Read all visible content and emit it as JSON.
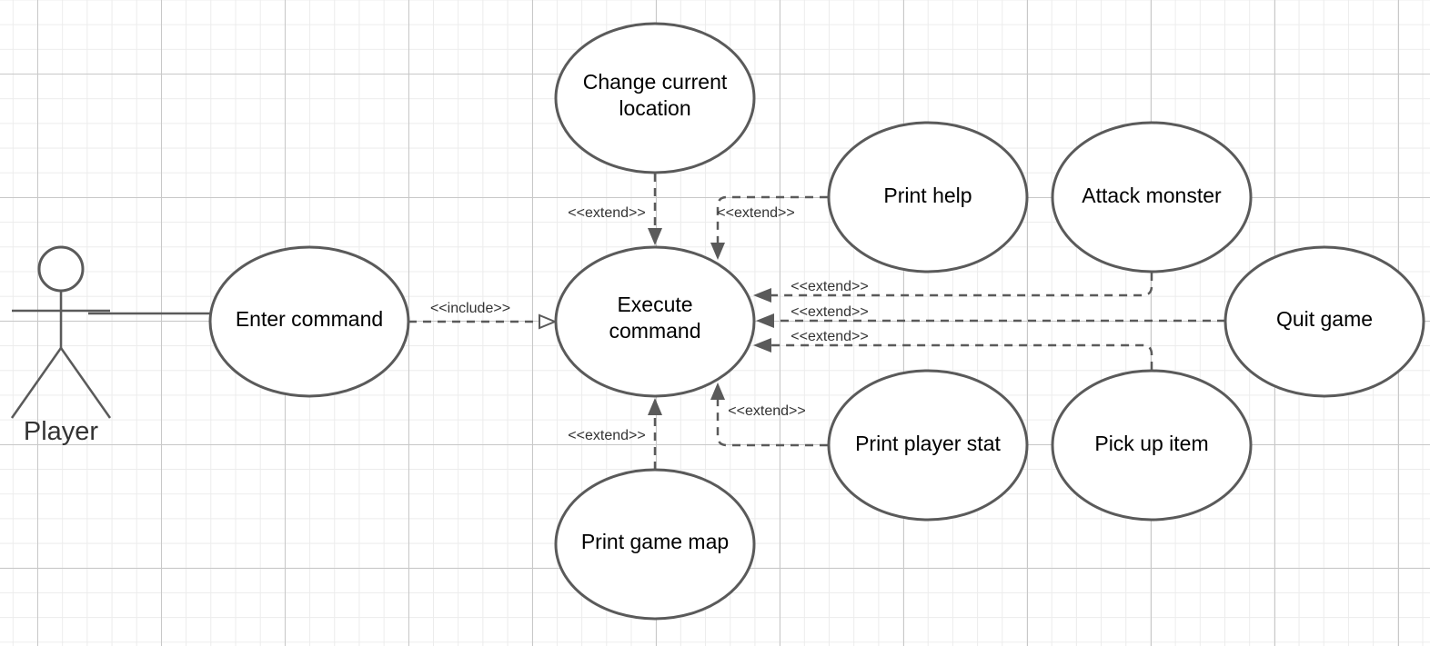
{
  "diagram": {
    "actor": {
      "label": "Player"
    },
    "use_cases": {
      "enter_command": [
        "Enter command"
      ],
      "execute_command": [
        "Execute",
        "command"
      ],
      "change_location": [
        "Change current",
        "location"
      ],
      "print_help": [
        "Print help"
      ],
      "attack_monster": [
        "Attack monster"
      ],
      "quit_game": [
        "Quit game"
      ],
      "print_player_stat": [
        "Print player stat"
      ],
      "pick_up_item": [
        "Pick up item"
      ],
      "print_game_map": [
        "Print game map"
      ]
    },
    "relations": {
      "include": "<<include>>",
      "extend": "<<extend>>"
    },
    "colors": {
      "line": "#5a5a5a",
      "grid_major": "#c8c8c8",
      "grid_minor": "#ececec"
    }
  }
}
